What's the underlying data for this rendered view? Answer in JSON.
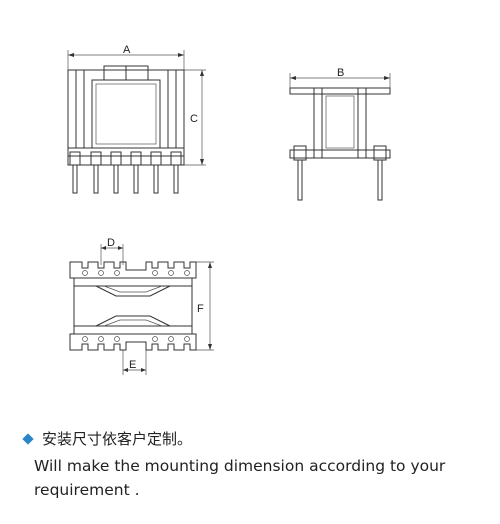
{
  "dimensions": {
    "a": "A",
    "b": "B",
    "c": "C",
    "d": "D",
    "e": "E",
    "f": "F"
  },
  "note": {
    "bullet_color": "#2a86c8",
    "chinese": "安装尺寸依客户定制。",
    "english": "Will make the mounting dimension according to your requirement ."
  }
}
